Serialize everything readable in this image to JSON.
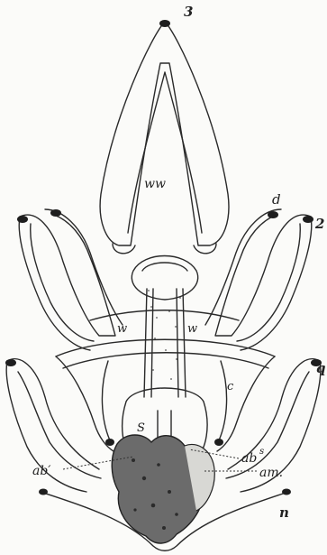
{
  "labels": {
    "top": "3",
    "ww": "ww",
    "d": "d",
    "right_upper": "2",
    "right_lower": "q",
    "w_left": "w",
    "w_right": "w",
    "c": "c",
    "s": "S",
    "ab_prime": "ab′",
    "ab_s": "ab",
    "ab_s_sup": "s",
    "am": "am.",
    "n": "n"
  }
}
